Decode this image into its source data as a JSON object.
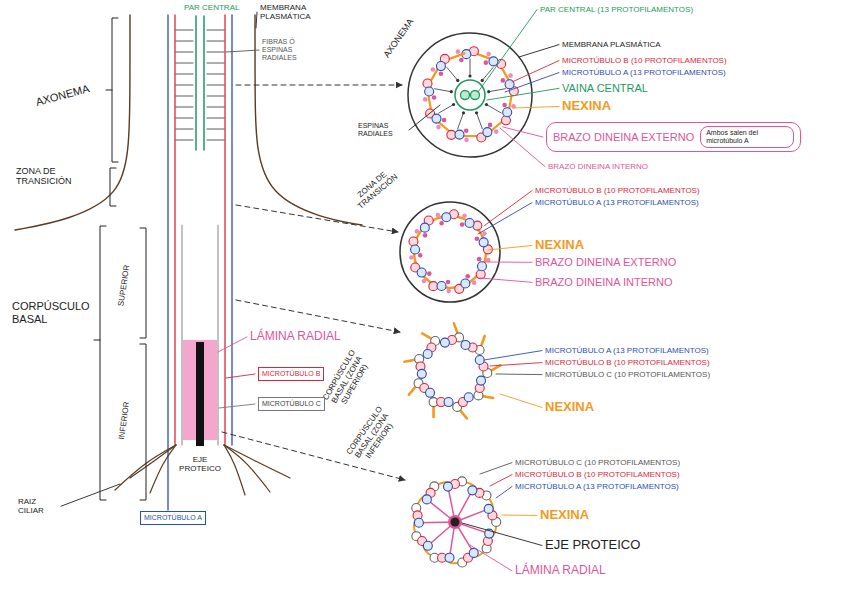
{
  "diagram": {
    "nodes": [
      {
        "text": [
          "MICROTÚBULO B"
        ]
      },
      {
        "text": [
          "MICROTÚBULO C"
        ]
      },
      {
        "text": [
          "MICROTÚBULO A"
        ]
      },
      {
        "text": [
          "BRAZO DINEINA EXTERNO",
          "Ambos salen del microtúbulo A"
        ]
      }
    ],
    "labels": [
      "PAR CENTRAL",
      "MEMBRANA PLASMÁTICA",
      "FIBRAS Ó ESPINAS RADIALES",
      "AXONEMA",
      "ZONA DE TRANSICIÓN",
      "CORPÚSCULO BASAL",
      "SUPERIOR",
      "INFERIOR",
      "RAIZ CILIAR",
      "LÁMINA RADIAL",
      "CORPÚSCULO BASAL (ZONA SUPERIOR)",
      "EJE PROTEICO",
      "AXONEMA",
      "PAR CENTRAL (13 PROTOFILAMENTOS)",
      "MEMBRANA PLASMÁTICA",
      "MICROTÚBULO B (10 PROTOFILAMENTOS)",
      "MICROTÚBULO A (13 PROTOFILAMENTOS)",
      "VAINA CENTRAL",
      "NEXINA",
      "BRAZO DINEINA INTERNO",
      "ESPINAS RADIALES",
      "ZONA DE TRANSICIÓN",
      "MICROTÚBULO B (10 PROTOFILAMENTOS)",
      "MICROTÚBULO A (13 PROTOFILAMENTOS)",
      "NEXINA",
      "BRAZO DINEINA EXTERNO",
      "BRAZO DINEINA INTERNO",
      "MICROTÚBULO A (13 PROTOFILAMENTOS)",
      "MICROTÚBULO B (10 PROTOFILAMENTOS)",
      "MICROTÚBULO C (10 PROTOFILAMENTOS)",
      "NEXINA",
      "CORPÚSCULO BASAL (ZONA INFERIOR)",
      "MICROTÚBULO C (10 PROTOFILAMENTOS)",
      "MICROTÚBULO B (10 PROTOFILAMENTOS)",
      "MICROTÚBULO A (13 PROTOFILAMENTOS)",
      "NEXINA",
      "EJE PROTEICO",
      "LÁMINA RADIAL"
    ]
  }
}
